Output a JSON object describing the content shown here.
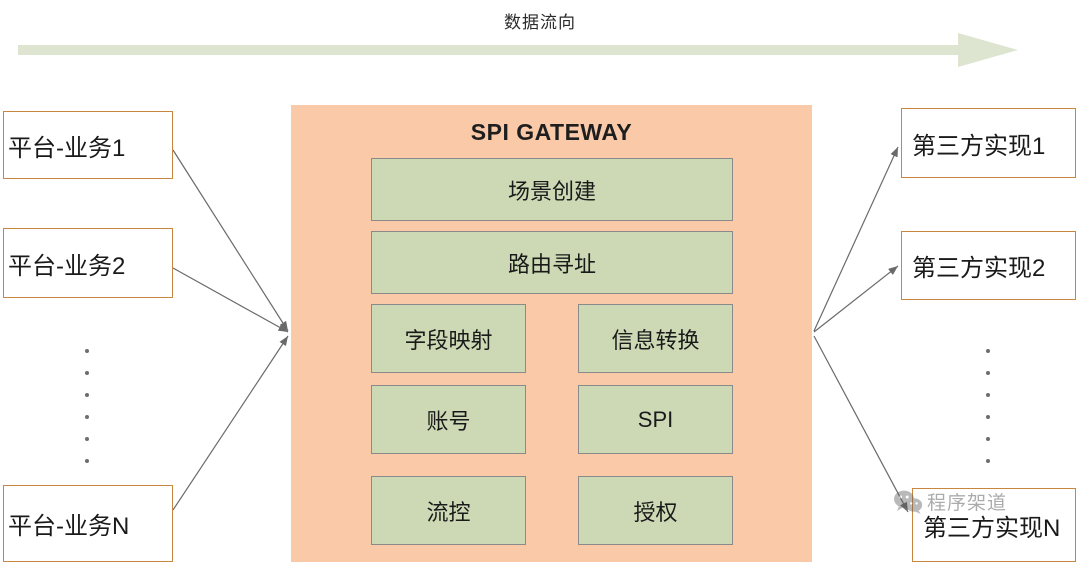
{
  "flow": {
    "label": "数据流向",
    "arrow_color": "#dde5d0"
  },
  "left_column": {
    "items": [
      {
        "label": "平台-业务1"
      },
      {
        "label": "平台-业务2"
      },
      {
        "label": "平台-业务N"
      }
    ],
    "ellipsis_dots": 6
  },
  "gateway": {
    "title": "SPI GATEWAY",
    "bg_color": "#f9c9a8",
    "module_color": "#cdd9b5",
    "rows": [
      {
        "full_width": true,
        "modules": [
          {
            "label": "场景创建"
          }
        ]
      },
      {
        "full_width": true,
        "modules": [
          {
            "label": "路由寻址"
          }
        ]
      },
      {
        "full_width": false,
        "modules": [
          {
            "label": "字段映射"
          },
          {
            "label": "信息转换"
          }
        ]
      },
      {
        "full_width": false,
        "modules": [
          {
            "label": "账号"
          },
          {
            "label": "SPI"
          }
        ]
      },
      {
        "full_width": false,
        "modules": [
          {
            "label": "流控"
          },
          {
            "label": "授权"
          }
        ]
      }
    ]
  },
  "right_column": {
    "items": [
      {
        "label": "第三方实现1"
      },
      {
        "label": "第三方实现2"
      },
      {
        "label": "第三方实现N"
      }
    ],
    "ellipsis_dots": 6
  },
  "watermark": {
    "icon": "wechat-icon",
    "text": "程序架道"
  },
  "colors": {
    "node_border": "#c8873f",
    "connector": "#6a6a6a",
    "text": "#1a1a1a"
  }
}
